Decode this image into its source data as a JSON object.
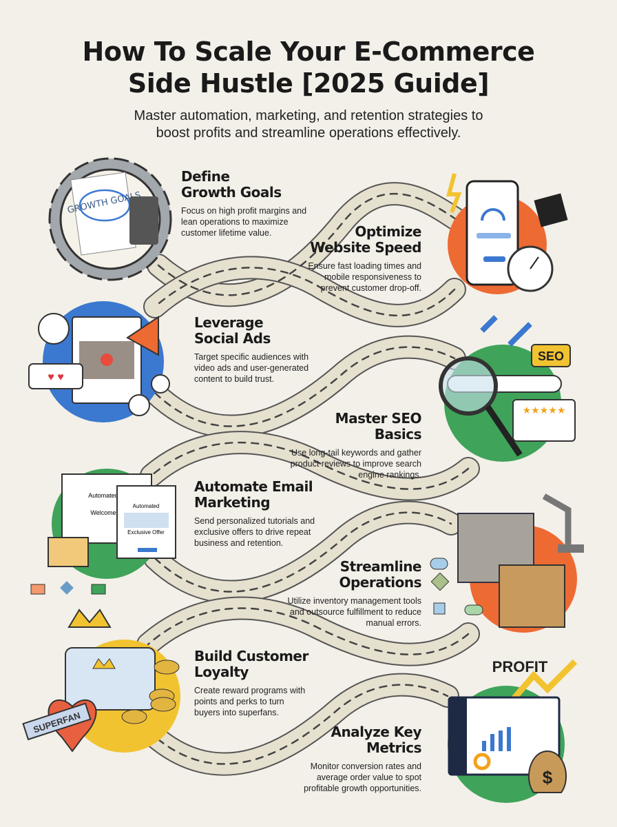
{
  "header": {
    "title_line1": "How To Scale Your E-Commerce",
    "title_line2": "Side Hustle [2025 Guide]",
    "subtitle_line1": "Master automation, marketing, and retention strategies to",
    "subtitle_line2": "boost profits and streamline operations effectively."
  },
  "steps": [
    {
      "title1": "Define",
      "title2": "Growth Goals",
      "desc": "Focus on high profit margins and lean operations to maximize customer lifetime value.",
      "icon": "growth-goals-icon",
      "color": "#9aa0a6"
    },
    {
      "title1": "Optimize",
      "title2": "Website Speed",
      "desc": "Ensure fast loading times and mobile responsiveness to prevent customer drop-off.",
      "icon": "speed-phone-icon",
      "color": "#ee6a33"
    },
    {
      "title1": "Leverage",
      "title2": "Social Ads",
      "desc": "Target specific audiences with video ads and user-generated content to build trust.",
      "icon": "megaphone-icon",
      "color": "#3b78d0"
    },
    {
      "title1": "Master SEO",
      "title2": "Basics",
      "desc": "Use long-tail keywords and gather product reviews to improve search engine rankings.",
      "icon": "magnifier-icon",
      "color": "#3fa35a"
    },
    {
      "title1": "Automate Email",
      "title2": "Marketing",
      "desc": "Send personalized tutorials and exclusive offers to drive repeat business and retention.",
      "icon": "email-icon",
      "color": "#3fa35a"
    },
    {
      "title1": "Streamline",
      "title2": "Operations",
      "desc": "Utilize inventory management tools and outsource fulfillment to reduce manual errors.",
      "icon": "warehouse-box-icon",
      "color": "#ee6a33"
    },
    {
      "title1": "Build Customer",
      "title2": "Loyalty",
      "desc": "Create reward programs with points and perks to turn buyers into superfans.",
      "icon": "crown-card-icon",
      "color": "#f2c331"
    },
    {
      "title1": "Analyze Key",
      "title2": "Metrics",
      "desc": "Monitor conversion rates and average order value to spot profitable growth opportunities.",
      "icon": "dashboard-icon",
      "color": "#3fa35a"
    }
  ],
  "illustration_text": {
    "growth_goals": "GROWTH GOALS",
    "seo": "SEO",
    "automated": "Automated",
    "welcome": "Welcome",
    "exclusive_offer": "Exclusive Offer",
    "superfan": "SUPERFAN",
    "profit": "PROFIT",
    "dollar": "$"
  },
  "colors": {
    "background": "#f3f0e9",
    "road": "#e6e0cf",
    "road_edge": "#555555"
  }
}
